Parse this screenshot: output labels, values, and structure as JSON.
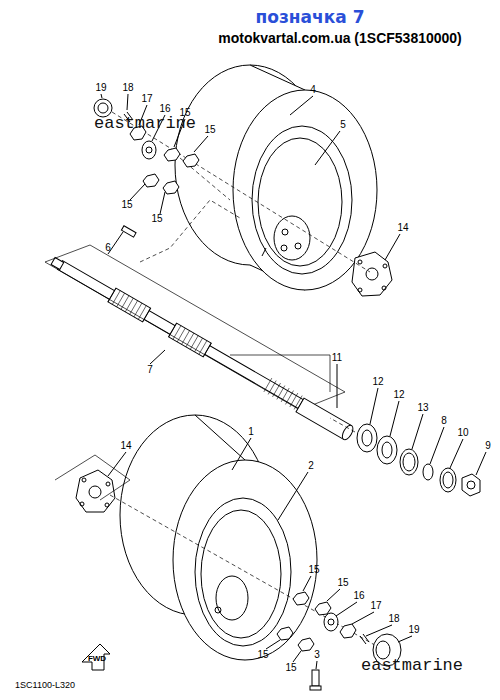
{
  "diagram": {
    "title": "позначка 7",
    "labels": [
      "motokvartal.com.ua (1SCF53810000)",
      "19",
      "18",
      "17",
      "16",
      "15",
      "15",
      "4",
      "5",
      "eastmarine",
      "15",
      "15",
      "14",
      "6",
      "7",
      "11",
      "12",
      "12",
      "13",
      "8",
      "10",
      "9",
      "1",
      "14",
      "2",
      "15",
      "15",
      "16",
      "17",
      "18",
      "19",
      "15",
      "15",
      "3",
      "FWD",
      "eastmarine",
      "1SC1100-L320"
    ]
  }
}
